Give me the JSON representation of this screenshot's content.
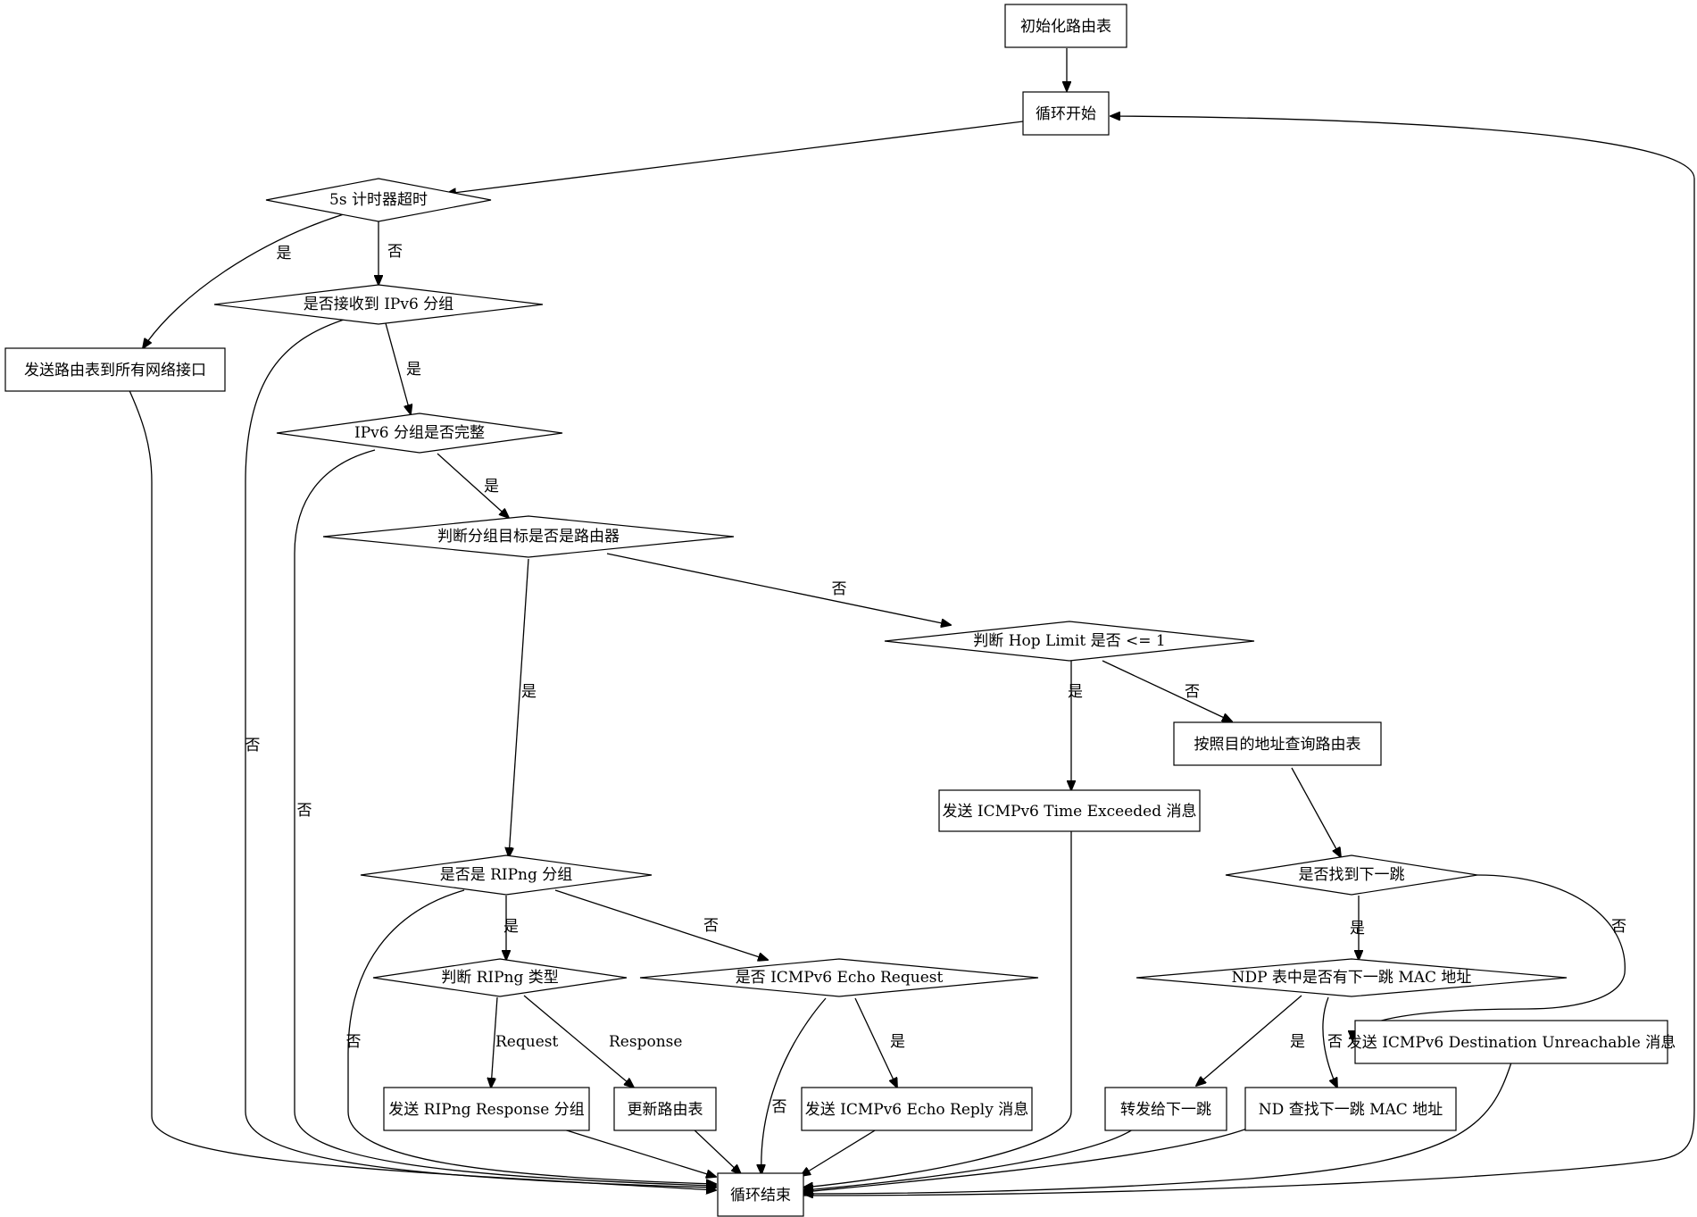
{
  "nodes": {
    "init": "初始化路由表",
    "loop_start": "循环开始",
    "timer": "5s 计时器超时",
    "recv_ipv6": "是否接收到 IPv6 分组",
    "send_table": "发送路由表到所有网络接口",
    "ipv6_complete": "IPv6 分组是否完整",
    "dest_router": "判断分组目标是否是路由器",
    "hop_limit": "判断 Hop Limit 是否 <= 1",
    "lookup_table": "按照目的地址查询路由表",
    "time_exceeded": "发送 ICMPv6 Time Exceeded 消息",
    "is_ripng": "是否是 RIPng 分组",
    "find_next_hop": "是否找到下一跳",
    "ripng_type": "判断 RIPng 类型",
    "icmp_echo_req": "是否 ICMPv6 Echo Request",
    "ndp_has_mac": "NDP 表中是否有下一跳 MAC 地址",
    "dest_unreachable": "发送 ICMPv6 Destination Unreachable 消息",
    "send_ripng_resp": "发送 RIPng Response 分组",
    "update_table": "更新路由表",
    "echo_reply": "发送 ICMPv6 Echo Reply 消息",
    "forward_next_hop": "转发给下一跳",
    "nd_lookup": "ND 查找下一跳 MAC 地址",
    "loop_end": "循环结束"
  },
  "edge_labels": {
    "yes": "是",
    "no": "否",
    "request": "Request",
    "response": "Response"
  }
}
